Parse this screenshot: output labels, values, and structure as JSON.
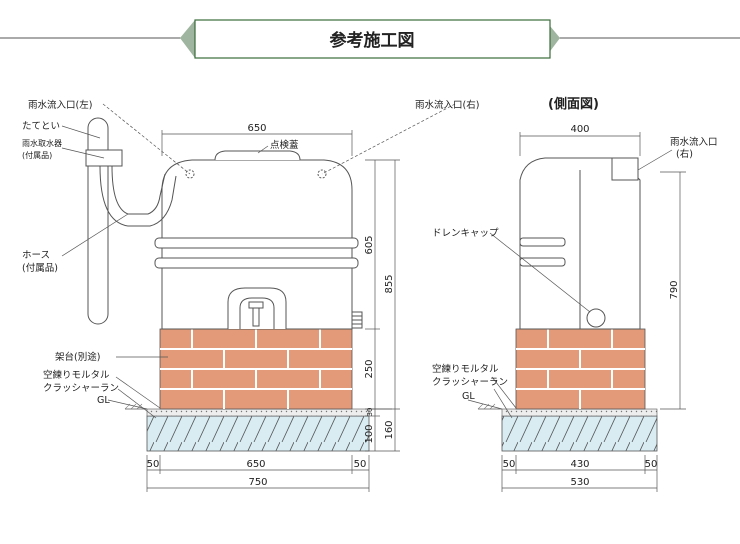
{
  "title": "参考施工図",
  "side_view_title": "(側面図)",
  "front": {
    "labels": {
      "inlet_left": "雨水流入口(左)",
      "inlet_right": "雨水流入口(右)",
      "downspout": "たてとい",
      "collector": "雨水取水器",
      "collector_note": "(付属品)",
      "hose": "ホース",
      "hose_note": "(付属品)",
      "inspection_lid": "点検蓋",
      "stand": "架台(別途)",
      "mortar": "空練りモルタル",
      "crusher_run": "クラッシャーラン",
      "gl": "GL"
    },
    "dims": {
      "tank_width": "650",
      "tank_height": "605",
      "total_height": "855",
      "stand_height": "250",
      "mortar_thickness": "30",
      "crusher_thickness": "100",
      "foundation_total": "160",
      "margin_left": "50",
      "base_inner": "650",
      "margin_right": "50",
      "base_total": "750"
    }
  },
  "side": {
    "labels": {
      "inlet_right": "雨水流入口",
      "inlet_right_note": "(右)",
      "drain_cap": "ドレンキャップ",
      "mortar": "空練りモルタル",
      "crusher_run": "クラッシャーラン",
      "gl": "GL"
    },
    "dims": {
      "tank_depth": "400",
      "height": "790",
      "margin_left": "50",
      "base_inner": "430",
      "margin_right": "50",
      "base_total": "530"
    }
  },
  "colors": {
    "brick": "#e29a78",
    "mortar_joint": "#ffffff",
    "foundation": "#d8ecf2",
    "tank_outline": "#555555",
    "title_border": "#3a6b3a"
  }
}
